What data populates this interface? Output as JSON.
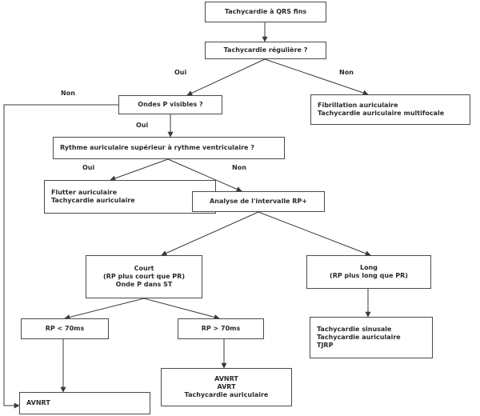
{
  "nodes": {
    "n1": [
      "Tachycardie à QRS fins"
    ],
    "n2": [
      "Tachycardie régulière ?"
    ],
    "n3": [
      "Ondes P visibles ?"
    ],
    "n4": [
      "Fibrillation auriculaire",
      "Tachycardie auriculaire multifocale"
    ],
    "n5": [
      "Rythme auriculaire supérieur à rythme ventriculaire ?"
    ],
    "n6": [
      "Flutter auriculaire",
      "Tachycardie auriculaire"
    ],
    "n7": [
      "Analyse de l'intervalle RP+"
    ],
    "n8": [
      "Court",
      "(RP plus court que PR)",
      "Onde P dans ST"
    ],
    "n9": [
      "Long",
      "(RP plus long que PR)"
    ],
    "n10": [
      "RP < 70ms"
    ],
    "n11": [
      "RP > 70ms"
    ],
    "n12": [
      "Tachycardie sinusale",
      "Tachycardie auriculaire",
      "TJRP"
    ],
    "n13": [
      "AVNRT",
      "AVRT",
      "Tachycardie auriculaire"
    ],
    "n14": [
      "AVNRT"
    ]
  },
  "edge_labels": {
    "e_oui_1": "Oui",
    "e_non_1": "Non",
    "e_non_2": "Non",
    "e_oui_2": "Oui",
    "e_oui_3": "Oui",
    "e_non_3": "Non"
  }
}
